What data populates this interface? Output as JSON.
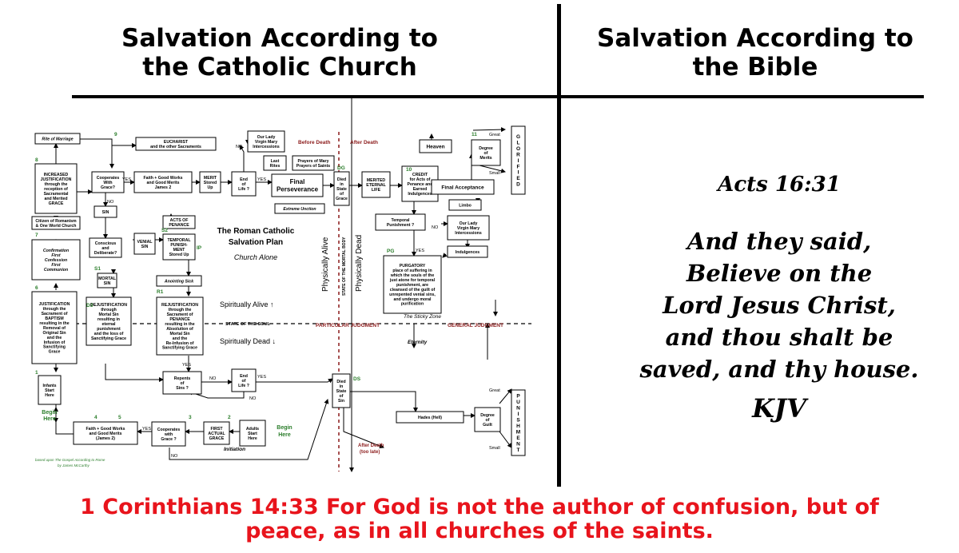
{
  "headers": {
    "left": [
      "Salvation According to",
      "the Catholic Church"
    ],
    "right": [
      "Salvation According to",
      "the Bible"
    ]
  },
  "scripture": {
    "reference": "Acts 16:31",
    "lines": [
      "And they said,",
      "Believe on the",
      "Lord Jesus Christ,",
      "and thou shalt be",
      "saved, and thy house."
    ],
    "version": "KJV"
  },
  "footer": {
    "lines": [
      "1 Corinthians 14:33   For God is not the author of confusion, but of",
      "peace, as in all churches of the saints."
    ]
  },
  "diagram": {
    "nodes": [
      {
        "id": "rite-of-marriage",
        "lines": [
          "Rite of Marriage"
        ],
        "italic": true
      },
      {
        "id": "eucharist",
        "lines": [
          "EUCHARIST",
          "and the other Sacraments"
        ]
      },
      {
        "id": "increased-justification",
        "lines": [
          "INCREASED",
          "JUSTIFICATION",
          "through the",
          "reception of",
          "Sacramental",
          "and Merited",
          "GRACE"
        ]
      },
      {
        "id": "cooperates-with-grace-top",
        "lines": [
          "Cooperates",
          "With",
          "Grace?"
        ]
      },
      {
        "id": "faith-good-works-top",
        "lines": [
          "Faith + Good Works",
          "and Good Merits",
          "James 2"
        ]
      },
      {
        "id": "merit-stored-up",
        "lines": [
          "MERIT",
          "Stored",
          "Up"
        ]
      },
      {
        "id": "end-of-life-top",
        "lines": [
          "End",
          "of",
          "Life ?"
        ]
      },
      {
        "id": "our-lady-top",
        "lines": [
          "Our Lady",
          "Virgin Mary",
          "Intercessions"
        ]
      },
      {
        "id": "last-rites",
        "lines": [
          "Last",
          "Rites"
        ]
      },
      {
        "id": "prayers",
        "lines": [
          "Prayers of Mary",
          "Prayers of Saints"
        ]
      },
      {
        "id": "final-perseverance",
        "lines": [
          "Final",
          "Perseverance"
        ]
      },
      {
        "id": "extreme-unction",
        "lines": [
          "Extreme Unction"
        ],
        "italic": true
      },
      {
        "id": "died-state-grace",
        "lines": [
          "Died",
          "in",
          "State",
          "of",
          "Grace"
        ]
      },
      {
        "id": "merited-eternal-life",
        "lines": [
          "MERITED",
          "ETERNAL",
          "LIFE"
        ]
      },
      {
        "id": "credit",
        "lines": [
          "CREDIT",
          "for Acts of",
          "Penance and",
          "Earned",
          "Indulgences"
        ]
      },
      {
        "id": "heaven",
        "lines": [
          "Heaven"
        ]
      },
      {
        "id": "degree-of-merits",
        "lines": [
          "Degree",
          "of",
          "Merits"
        ]
      },
      {
        "id": "glorified",
        "lines": [
          "G",
          "L",
          "O",
          "R",
          "I",
          "F",
          "I",
          "E",
          "D"
        ]
      },
      {
        "id": "final-acceptance",
        "lines": [
          "Final Acceptance"
        ]
      },
      {
        "id": "limbo",
        "lines": [
          "Limbo"
        ]
      },
      {
        "id": "temporal-punishment-q",
        "lines": [
          "Temporal",
          "Punishment ?"
        ]
      },
      {
        "id": "our-lady-right",
        "lines": [
          "Our Lady",
          "Virgin Mary",
          "Intercessions"
        ]
      },
      {
        "id": "indulgences",
        "lines": [
          "Indulgences"
        ]
      },
      {
        "id": "purgatory",
        "lines": [
          "PURGATORY",
          "place of suffering in",
          "which the souls of the",
          "just atone for temporal",
          "punishment,  are",
          "cleansed of the guilt of",
          "unrepented venial sins,",
          "and undergo moral",
          "purification"
        ]
      },
      {
        "id": "citizen-of-romanism",
        "lines": [
          "Citizen of Romanism",
          "& One World Church"
        ]
      },
      {
        "id": "sin",
        "lines": [
          "SIN"
        ]
      },
      {
        "id": "confirmation",
        "lines": [
          "Confirmation",
          "First",
          "Confession",
          "First",
          "Communion"
        ],
        "italic": true
      },
      {
        "id": "conscious-deliberate",
        "lines": [
          "Conscious",
          "and",
          "Deliberate?"
        ]
      },
      {
        "id": "venial-sin",
        "lines": [
          "VENIAL",
          "SIN"
        ]
      },
      {
        "id": "temporal-punishment-stored",
        "lines": [
          "TEMPORAL",
          "PUNISH-",
          "MENT",
          "Stored Up"
        ]
      },
      {
        "id": "acts-of-penance",
        "lines": [
          "ACTS OF",
          "PENANCE"
        ]
      },
      {
        "id": "mortal-sin",
        "lines": [
          "MORTAL",
          "SIN"
        ]
      },
      {
        "id": "anointing-sick",
        "lines": [
          "Anointing Sick"
        ],
        "italic": true
      },
      {
        "id": "justification-baptism",
        "lines": [
          "JUSTIFICATION",
          "through the",
          "Sacrament of",
          "BAPTISM",
          "resulting in the",
          "Removal of",
          "Original Sin",
          "and the",
          "Infusion of",
          "Sanctifying",
          "Grace"
        ]
      },
      {
        "id": "dejustification",
        "lines": [
          "DEJUSTIFICATION",
          "through",
          "Mortal Sin",
          "resulting in",
          "eternal",
          "punishment",
          "and the loss of",
          "Sanctifying Grace"
        ]
      },
      {
        "id": "rejustification",
        "lines": [
          "REJUSTIFICATION",
          "through the",
          "Sacrament of",
          "PENANCE",
          "resulting in the",
          "Absolution of",
          "Mortal Sin",
          "and the",
          "Re-Infusion of",
          "Sanctifying Grace"
        ]
      },
      {
        "id": "infants-start-here",
        "lines": [
          "Infants",
          "Start",
          "Here"
        ]
      },
      {
        "id": "repents-of-sins",
        "lines": [
          "Repents",
          "of",
          "Sins ?"
        ]
      },
      {
        "id": "end-of-life-bottom",
        "lines": [
          "End",
          "of",
          "Life ?"
        ]
      },
      {
        "id": "died-state-sin",
        "lines": [
          "Died",
          "in",
          "State",
          "of",
          "Sin"
        ]
      },
      {
        "id": "hades",
        "lines": [
          "Hades (Hell)"
        ]
      },
      {
        "id": "degree-of-guilt",
        "lines": [
          "Degree",
          "of",
          "Guilt"
        ]
      },
      {
        "id": "punishment",
        "lines": [
          "P",
          "U",
          "N",
          "I",
          "S",
          "H",
          "M",
          "E",
          "N",
          "T"
        ]
      },
      {
        "id": "faith-good-works-bottom",
        "lines": [
          "Faith + Good Works",
          "and Good Merits",
          "(James 2)"
        ]
      },
      {
        "id": "cooperates-with-grace-bottom",
        "lines": [
          "Cooperates",
          "with",
          "Grace ?"
        ]
      },
      {
        "id": "first-actual-grace",
        "lines": [
          "FIRST",
          "ACTUAL",
          "GRACE"
        ]
      },
      {
        "id": "adults-start-here",
        "lines": [
          "Adults",
          "Start",
          "Here"
        ]
      }
    ],
    "labels": {
      "plan_title": [
        "The Roman Catholic",
        "Salvation Plan"
      ],
      "church_alone": "Church Alone",
      "spiritually_alive": "Spiritually Alive",
      "spiritually_dead": "Spiritually Dead",
      "state_of_soul": "STATE OF THE SOUL",
      "particular_judgment": "PARTICULAR JUDGMENT",
      "general_judgment": "GENERAL JUDGMENT",
      "eternity": "Eternity",
      "before_death": "Before Death",
      "after_death": "After Death",
      "physically_alive": "Physically Alive",
      "physically_dead": "Physically Dead",
      "state_of_mortal_body": "STATE OF THE MORTAL BODY",
      "the_sticky_zone": "The Sticky Zone",
      "begin_here_left": [
        "Begin",
        "Here"
      ],
      "begin_here_right": [
        "Begin",
        "Here"
      ],
      "initiation": "Initiation",
      "after_death_too_late": [
        "After Death",
        "(too late)"
      ],
      "based_upon": [
        "based upon  The Gospel According to Rome",
        "by James McCarthy"
      ],
      "yes": "YES",
      "no": "NO",
      "great": "Great",
      "small": "Small",
      "step_numbers": [
        "1",
        "2",
        "3",
        "4",
        "5",
        "6",
        "7",
        "8",
        "9",
        "10",
        "11",
        "D3",
        "S1",
        "S2",
        "R1",
        "IP",
        "PG",
        "DG",
        "DS"
      ]
    }
  }
}
